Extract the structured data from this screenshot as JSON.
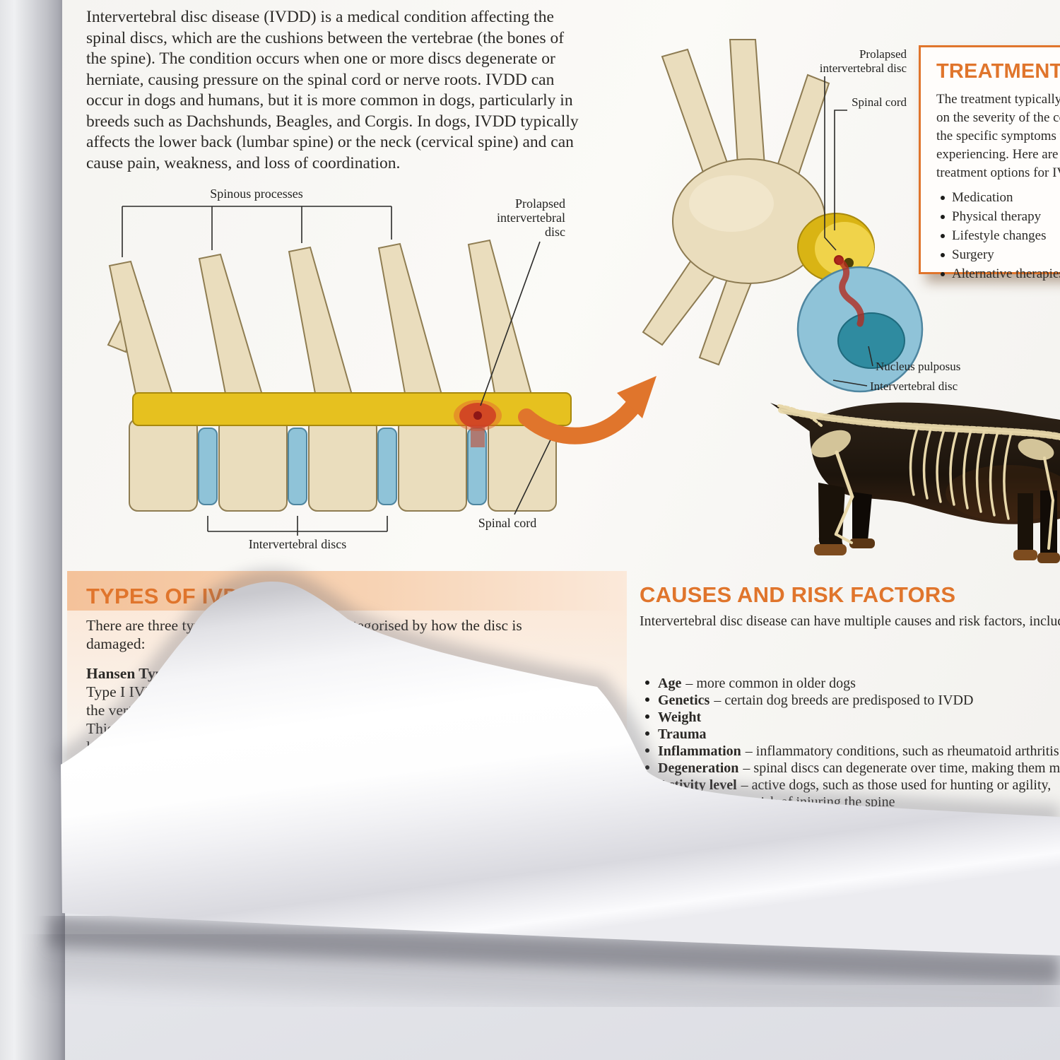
{
  "poster": {
    "intro_lines": [
      "Intervertebral disc disease (IVDD) is a medical condition affecting the",
      "spinal discs, which are the cushions between the vertebrae (the bones of",
      "the spine). The condition occurs when one or more discs degenerate or",
      "herniate, causing pressure on the spinal cord or nerve roots. IVDD can",
      "occur in dogs and humans, but it is more common in dogs, particularly in",
      "breeds such as Dachshunds, Beagles, and Corgis. In dogs, IVDD typically",
      "affects the lower back (lumbar spine) or the neck (cervical spine) and can",
      "cause pain, weakness, and loss of coordination."
    ],
    "spine_diagram": {
      "label_spinous": "Spinous processes",
      "label_prolapsed_l1": "Prolapsed",
      "label_prolapsed_l2": "intervertebral",
      "label_prolapsed_l3": "disc",
      "label_discs": "Intervertebral discs",
      "label_cord": "Spinal cord"
    },
    "closeup_diagram": {
      "label_prolapsed_l1": "Prolapsed",
      "label_prolapsed_l2": "intervertebral disc",
      "label_cord": "Spinal cord",
      "label_nucleus": "Nucleus pulposus",
      "label_disc": "Intervertebral disc"
    },
    "treatment_box": {
      "heading": "TREATMENT",
      "lines": [
        "The treatment typically depends",
        "on the severity of the condition and",
        "the specific symptoms the dog is",
        "experiencing. Here are some",
        "treatment options for IVDD:"
      ],
      "bullets": [
        "Medication",
        "Physical therapy",
        "Lifestyle changes",
        "Surgery",
        "Alternative therapies"
      ]
    },
    "types_section": {
      "heading": "TYPES OF IVDD",
      "intro_lines": [
        "There are three types of IVDD which are categorised by how the disc is",
        "damaged:"
      ],
      "type1_lead": "Hansen Type I:",
      "type1_lines": [
        "Type I IVDD occurs when the disc ruptures suddenly and the inner parts of",
        "the vertebral disc push into the spinal canal and compress the spinal cord.",
        "This type occurs most often in short-legged breeds and can cause pain and",
        "leg weakness."
      ]
    },
    "causes_section": {
      "heading": "CAUSES AND RISK FACTORS",
      "intro": "Intervertebral disc disease can have multiple causes and risk factors, including:",
      "bullets": [
        {
          "lead": "Age",
          "rest": "– more common in older dogs"
        },
        {
          "lead": "Genetics",
          "rest": "– certain dog breeds are predisposed to IVDD"
        },
        {
          "lead": "Weight",
          "rest": ""
        },
        {
          "lead": "Trauma",
          "rest": ""
        },
        {
          "lead": "Inflammation",
          "rest": "– inflammatory conditions, such as rheumatoid arthritis or arthritis of"
        },
        {
          "lead": "Degeneration",
          "rest": "– spinal discs can degenerate over time, making them more susceptible"
        },
        {
          "lead": "Activity level",
          "rest": "– active dogs, such as those used for hunting or agility,",
          "rest2": "may be at higher risk of injuring the spine"
        }
      ]
    },
    "colors": {
      "accent": "#e0752c",
      "cord_yellow": "#e6c11f",
      "disc_blue": "#8fc3d8",
      "nucleus_teal": "#2f8ba0",
      "bone": "#eaddbd"
    }
  }
}
